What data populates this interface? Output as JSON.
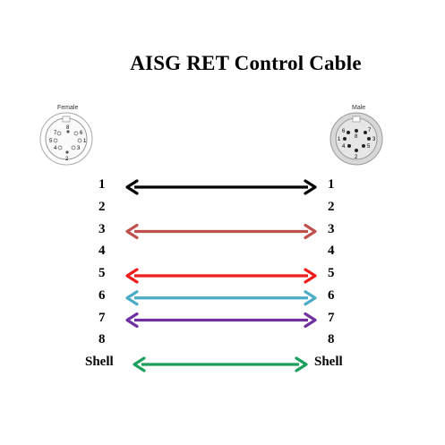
{
  "title": "AISG RET Control Cable",
  "female": {
    "label": "Female",
    "pins": [
      "7",
      "8",
      "6",
      "5",
      "1",
      "4",
      "3",
      "2"
    ]
  },
  "male": {
    "label": "Male",
    "pins": [
      "6",
      "8",
      "7",
      "1",
      "3",
      "4",
      "5",
      "2"
    ]
  },
  "rows": [
    {
      "left": "1",
      "right": "1",
      "wired": true,
      "color": "#000000"
    },
    {
      "left": "2",
      "right": "2",
      "wired": false,
      "color": ""
    },
    {
      "left": "3",
      "right": "3",
      "wired": true,
      "color": "#c0504d"
    },
    {
      "left": "4",
      "right": "4",
      "wired": false,
      "color": ""
    },
    {
      "left": "5",
      "right": "5",
      "wired": true,
      "color": "#ee1c1c"
    },
    {
      "left": "6",
      "right": "6",
      "wired": true,
      "color": "#4bacc6"
    },
    {
      "left": "7",
      "right": "7",
      "wired": true,
      "color": "#7030a0"
    },
    {
      "left": "8",
      "right": "8",
      "wired": false,
      "color": ""
    },
    {
      "left": "Shell",
      "right": "Shell",
      "wired": true,
      "color": "#1aa05a"
    }
  ]
}
